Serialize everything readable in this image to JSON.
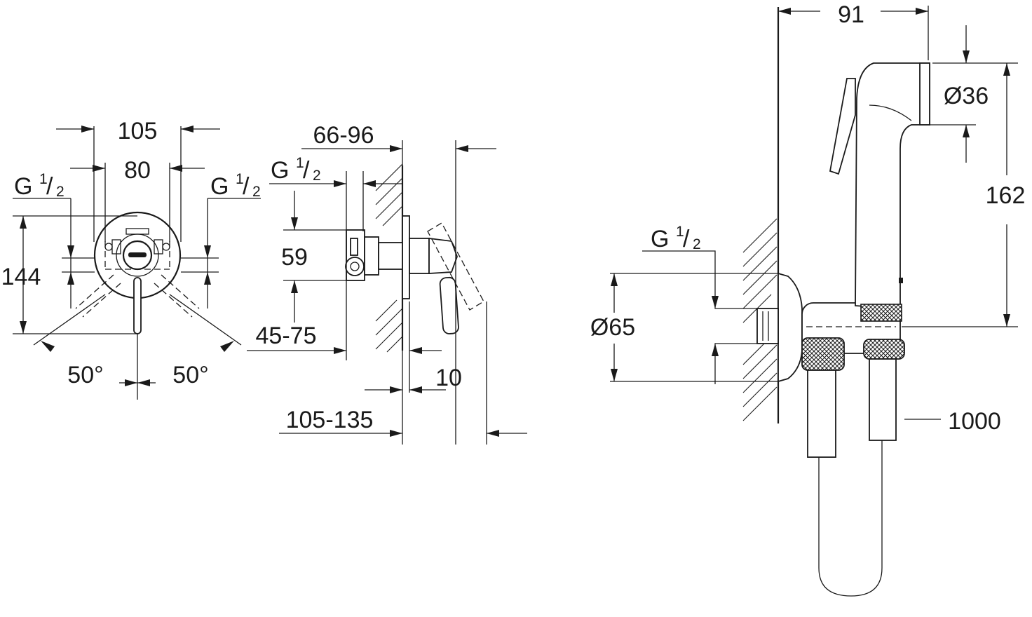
{
  "front_view": {
    "width_outer": "105",
    "width_inner": "80",
    "thread_left": {
      "base": "G ",
      "num": "1",
      "sep": "/",
      "den": "2"
    },
    "thread_right": {
      "base": "G ",
      "num": "1",
      "sep": "/",
      "den": "2"
    },
    "height": "144",
    "angle_left": "50°",
    "angle_right": "50°"
  },
  "side_view": {
    "depth_range": "66-96",
    "thread": {
      "base": "G ",
      "num": "1",
      "sep": "/",
      "den": "2"
    },
    "height": "59",
    "depth_lower": "45-75",
    "offset": "10",
    "depth_total": "105-135"
  },
  "spray_view": {
    "width": "91",
    "diameter_head": "Ø36",
    "height": "162",
    "thread": {
      "base": "G ",
      "num": "1",
      "sep": "/",
      "den": "2"
    },
    "diameter_flange": "Ø65",
    "hose_length": "1000"
  }
}
